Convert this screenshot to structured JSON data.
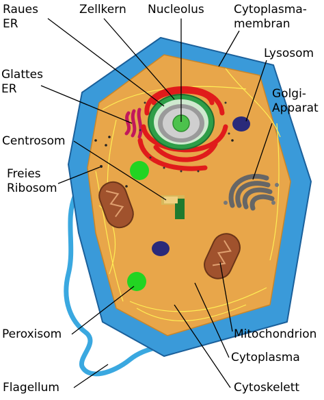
{
  "labels": {
    "raues_er": "Raues\nER",
    "zellkern": "Zellkern",
    "nucleolus": "Nucleolus",
    "cytoplasmamembran": "Cytoplasma-\nmembran",
    "lysosom": "Lysosom",
    "glattes_er": "Glattes\nER",
    "golgi": "Golgi-\nApparat",
    "centrosom": "Centrosom",
    "freies_ribosom": "Freies\nRibosom",
    "peroxisom": "Peroxisom",
    "mitochondrion": "Mitochondrion",
    "cytoplasma": "Cytoplasma",
    "flagellum": "Flagellum",
    "cytoskelett": "Cytoskelett"
  },
  "colors": {
    "membrane": "#3a9ad9",
    "membrane_edge": "#1a5f9a",
    "cytoplasm": "#e8a64a",
    "rough_er": "#e01b1b",
    "smooth_er": "#c2185b",
    "nucleus_green": "#2e9e48",
    "nucleolus": "#4cc24c",
    "lysosome": "#2a2a7a",
    "peroxisome": "#22d422",
    "golgi": "#666666",
    "mitochondrion": "#a0522d",
    "cytoskeleton": "#ffee55",
    "flagellum": "#3aa8e0"
  }
}
